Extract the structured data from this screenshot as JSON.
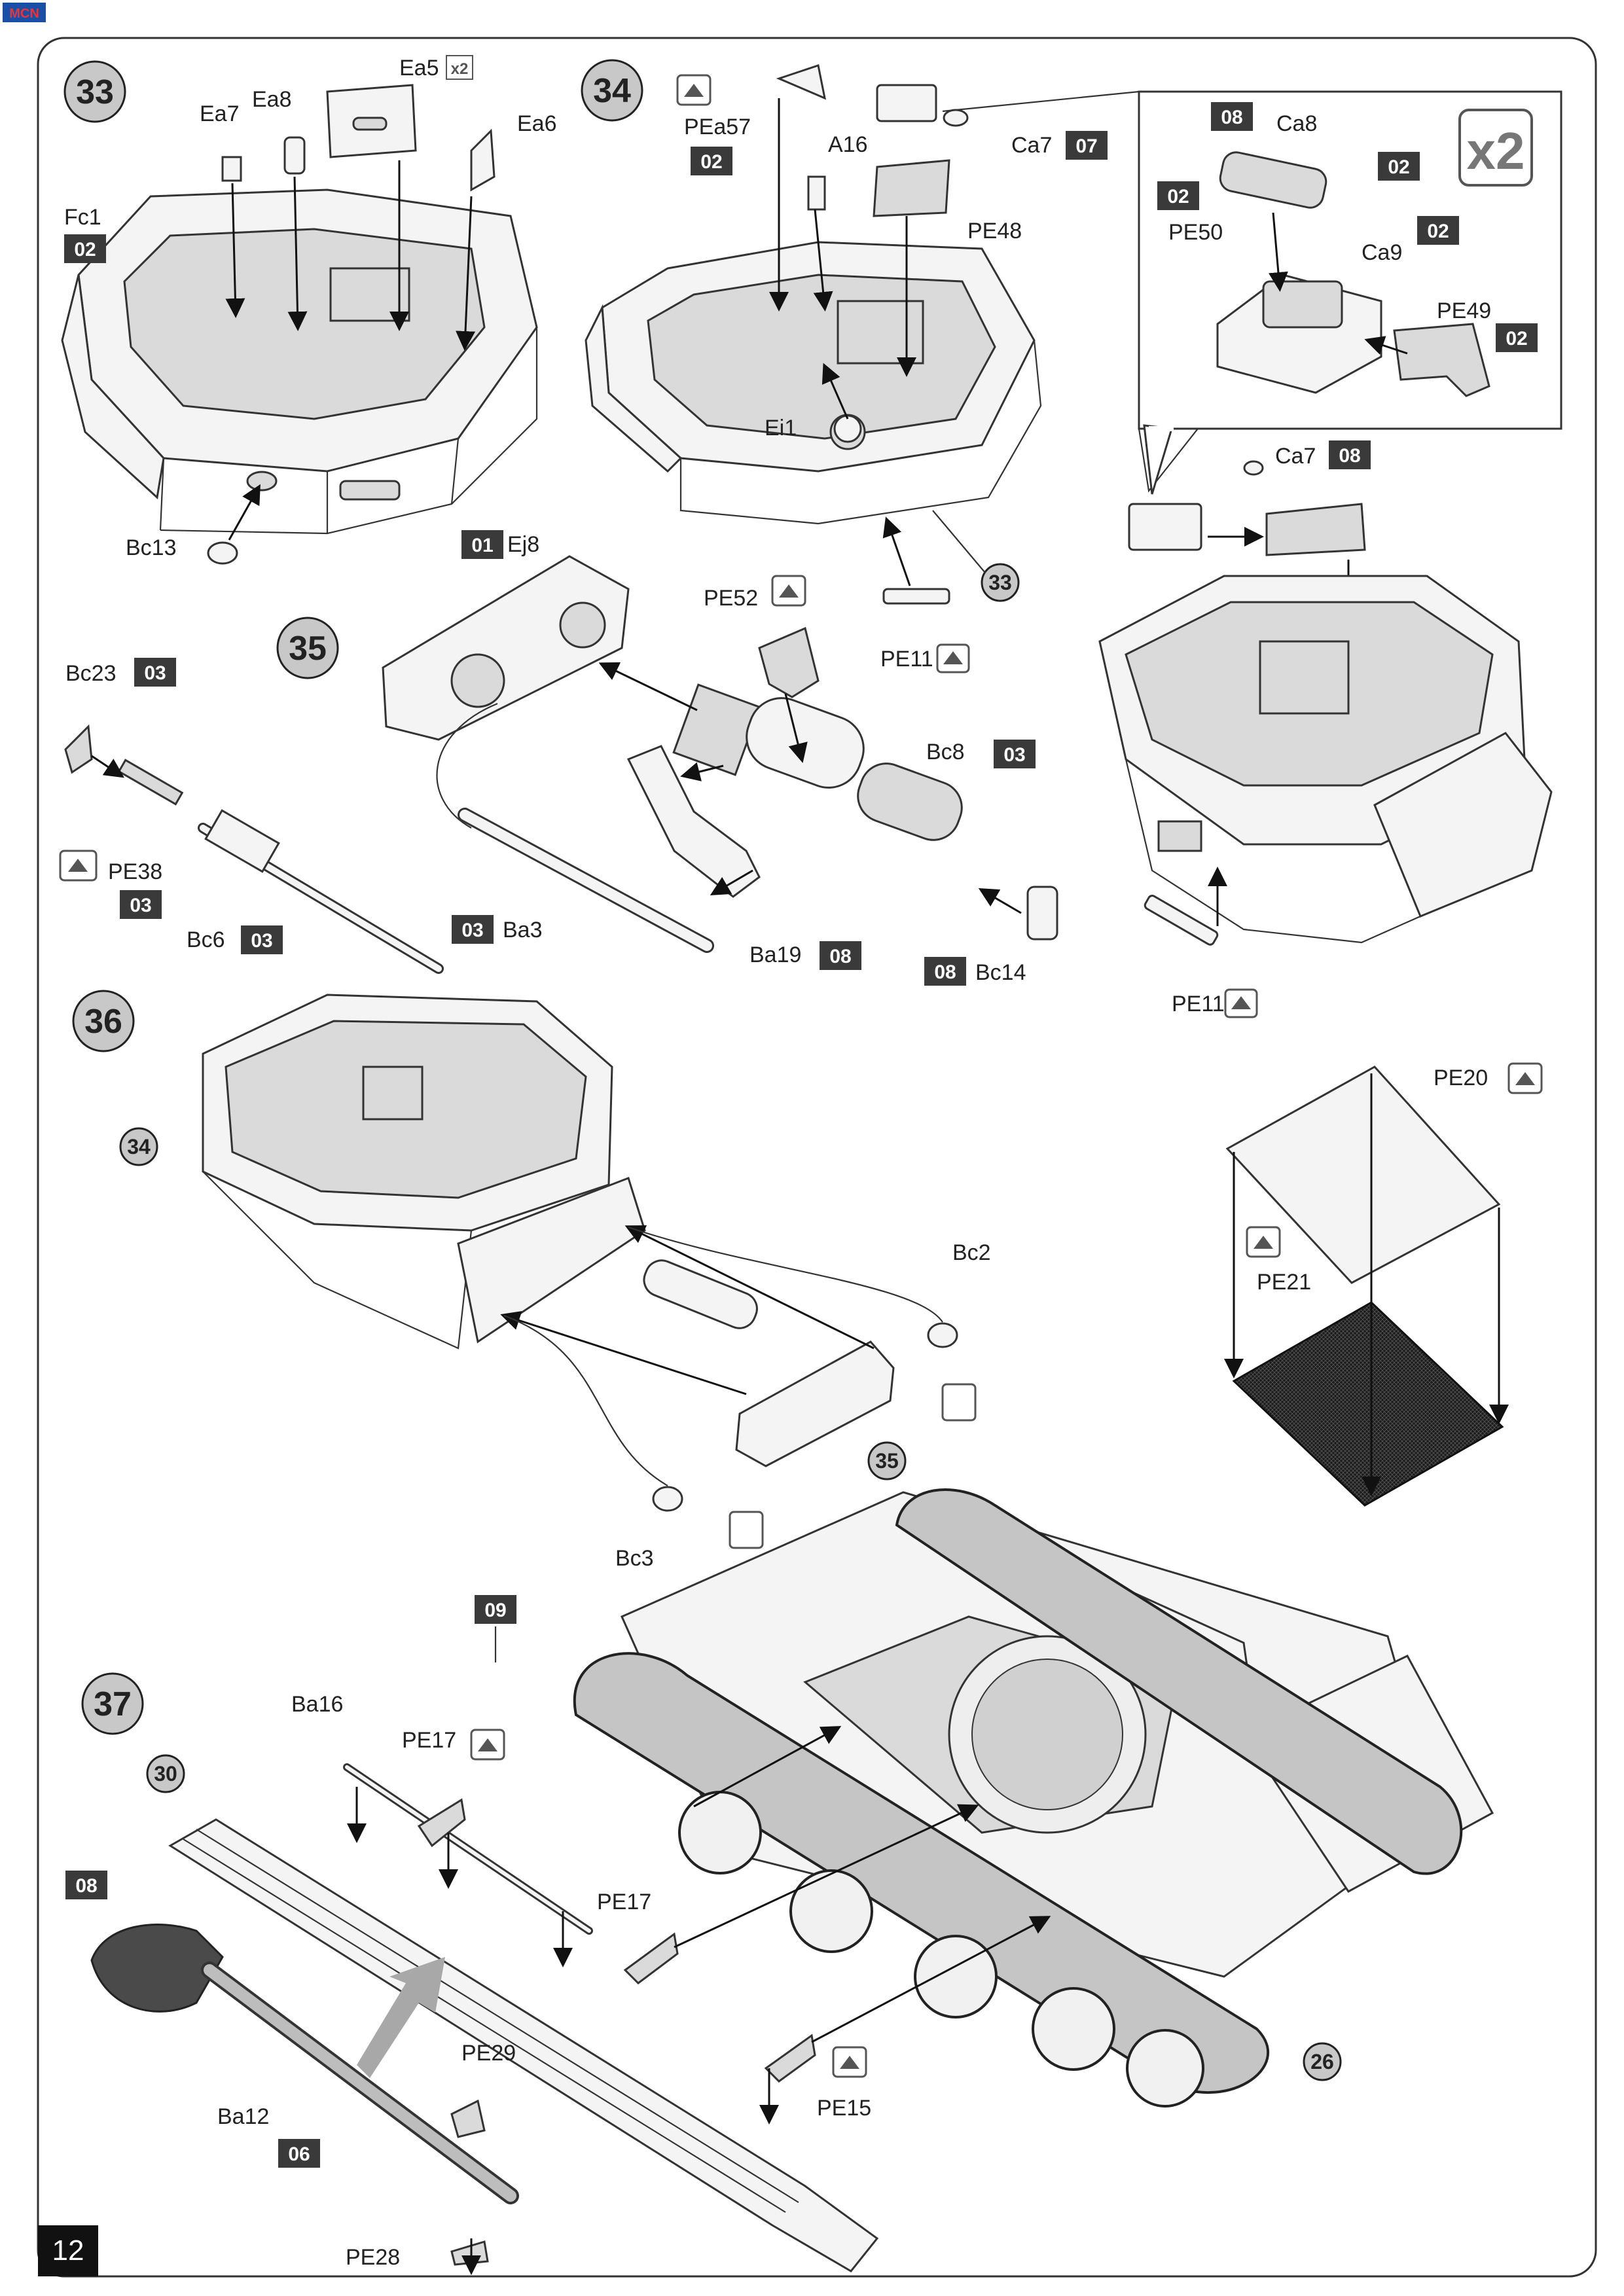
{
  "page_number": "12",
  "logo_text": "MCN",
  "steps": [
    {
      "number": "33",
      "labels": [
        "Ea5",
        "Ea7",
        "Ea8",
        "Ea6",
        "Fc1",
        "Bc13"
      ],
      "codes": [
        "02"
      ],
      "multiplier": "x2"
    },
    {
      "number": "34",
      "labels": [
        "PEa57",
        "A16",
        "Ca7",
        "PE48",
        "Ei1",
        "PE11"
      ],
      "codes": [
        "02",
        "07"
      ],
      "refs": [
        "33"
      ]
    },
    {
      "number": "35",
      "labels": [
        "Ej8",
        "PE52",
        "Bc23",
        "PE38",
        "Bc6",
        "Ba3",
        "Bc8",
        "Ba19",
        "Bc14"
      ],
      "codes": [
        "01",
        "03",
        "03",
        "03",
        "03",
        "03",
        "08",
        "08"
      ]
    },
    {
      "number": "36",
      "labels": [
        "Bc2",
        "Bc3",
        "PE20",
        "PE21"
      ],
      "refs": [
        "34",
        "35"
      ]
    },
    {
      "number": "37",
      "labels": [
        "Ba16",
        "PE17",
        "PE17",
        "PE29",
        "Ba12",
        "PE28",
        "PE15"
      ],
      "codes": [
        "09",
        "08",
        "06"
      ],
      "refs": [
        "30",
        "26"
      ]
    }
  ],
  "detail": {
    "multiplier": "x2",
    "labels": [
      "Ca8",
      "PE50",
      "Ca9",
      "PE49",
      "Ca7"
    ],
    "codes": [
      "08",
      "02",
      "02",
      "02",
      "02",
      "08"
    ]
  },
  "text": {
    "s33": "33",
    "s34": "34",
    "s35": "35",
    "s36": "36",
    "s37": "37",
    "Ea5": "Ea5",
    "Ea7": "Ea7",
    "Ea8": "Ea8",
    "Ea6": "Ea6",
    "Fc1": "Fc1",
    "Bc13": "Bc13",
    "x2a": "x2",
    "PEa57": "PEa57",
    "A16": "A16",
    "Ca7": "Ca7",
    "PE48": "PE48",
    "Ei1": "Ei1",
    "PE11": "PE11",
    "PE11b": "PE11",
    "Ca8": "Ca8",
    "PE50": "PE50",
    "Ca9": "Ca9",
    "PE49": "PE49",
    "Ca7b": "Ca7",
    "x2b": "x2",
    "Ej8": "Ej8",
    "PE52": "PE52",
    "Bc23": "Bc23",
    "PE38": "PE38",
    "Bc6": "Bc6",
    "Ba3": "Ba3",
    "Bc8": "Bc8",
    "Ba19": "Ba19",
    "Bc14": "Bc14",
    "Bc2": "Bc2",
    "Bc3": "Bc3",
    "PE20": "PE20",
    "PE21": "PE21",
    "Ba16": "Ba16",
    "PE17a": "PE17",
    "PE17b": "PE17",
    "PE29": "PE29",
    "Ba12": "Ba12",
    "PE28": "PE28",
    "PE15": "PE15",
    "r33": "33",
    "r34": "34",
    "r35": "35",
    "r30": "30",
    "r26": "26",
    "c02a": "02",
    "c02b": "02",
    "c07": "07",
    "c08a": "08",
    "c02c": "02",
    "c02d": "02",
    "c02e": "02",
    "c02f": "02",
    "c08b": "08",
    "c01": "01",
    "c03a": "03",
    "c03b": "03",
    "c03c": "03",
    "c03d": "03",
    "c03e": "03",
    "c08c": "08",
    "c08d": "08",
    "c09": "09",
    "c08e": "08",
    "c06": "06"
  }
}
